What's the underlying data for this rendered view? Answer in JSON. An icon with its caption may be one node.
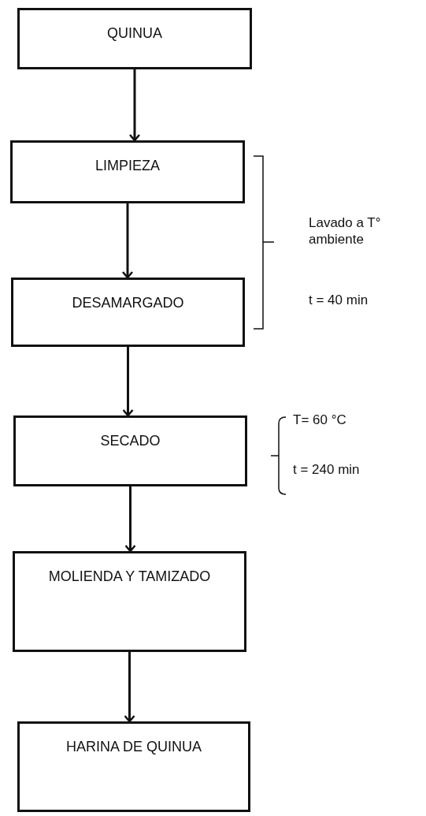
{
  "diagram": {
    "nodes": [
      {
        "text": [
          "QUINUA"
        ]
      },
      {
        "text": [
          "LIMPIEZA"
        ]
      },
      {
        "text": [
          "DESAMARGADO"
        ]
      },
      {
        "text": [
          "SECADO"
        ],
        "beside": [
          "T= 60 °C",
          "t = 240 min"
        ]
      },
      {
        "text": [
          "MOLIENDA Y TAMIZADO"
        ]
      },
      {
        "text": [
          "HARINA DE QUINUA"
        ]
      }
    ],
    "edges": [
      {
        "from": 0,
        "to": 1,
        "arrow": "to"
      },
      {
        "from": 1,
        "to": 2,
        "arrow": "to"
      },
      {
        "from": 2,
        "to": 3,
        "arrow": "to"
      },
      {
        "from": 3,
        "to": 4,
        "arrow": "to"
      },
      {
        "from": 4,
        "to": 5,
        "arrow": "to"
      }
    ],
    "labels": [
      "Lavado a T° ambiente",
      "t = 40 min"
    ]
  }
}
